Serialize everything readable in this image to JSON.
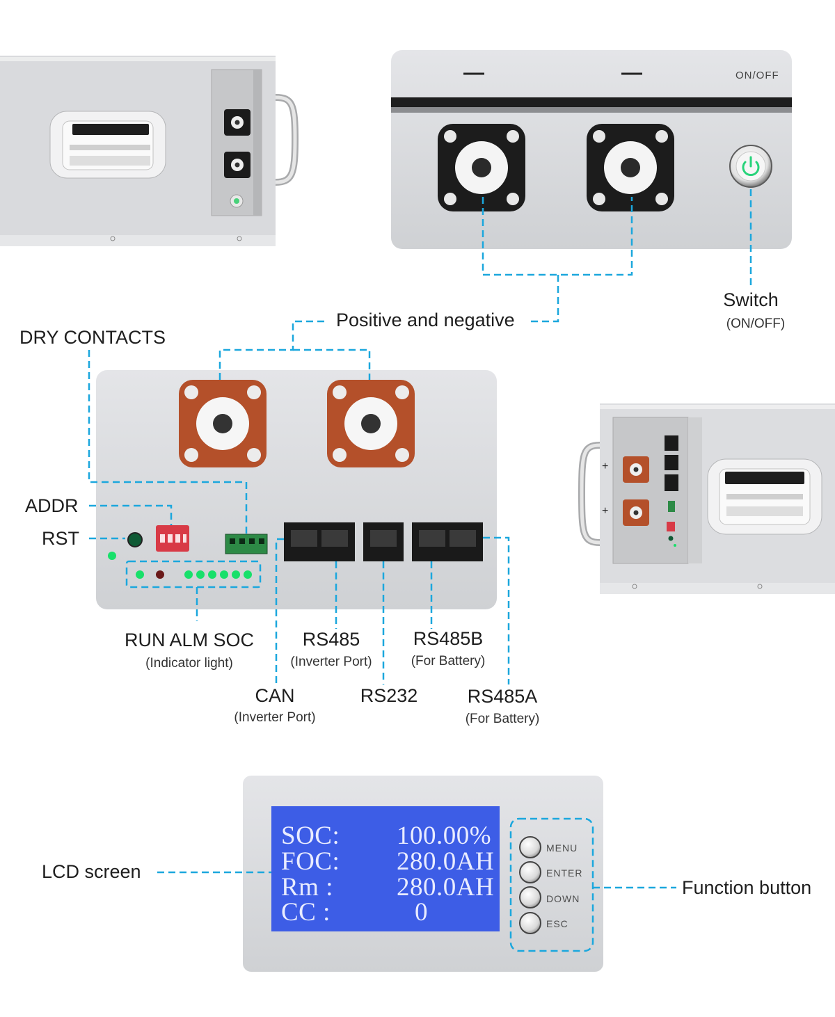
{
  "top_panel": {
    "minus_mark_1": "—",
    "minus_mark_2": "—",
    "onoff_print": "ON/OFF"
  },
  "labels": {
    "positive_negative": "Positive and negative",
    "switch_title": "Switch",
    "switch_sub": "(ON/OFF)",
    "dry_contacts": "DRY CONTACTS",
    "addr": "ADDR",
    "rst": "RST",
    "run_alm_soc": "RUN ALM SOC",
    "run_alm_soc_sub": "(Indicator light)",
    "can": "CAN",
    "can_sub": "(Inverter Port)",
    "rs485": "RS485",
    "rs485_sub": "(Inverter Port)",
    "rs232": "RS232",
    "rs485b": "RS485B",
    "rs485b_sub": "(For Battery)",
    "rs485a": "RS485A",
    "rs485a_sub": "(For Battery)",
    "lcd_screen": "LCD screen",
    "function_button": "Function button"
  },
  "side_panel": {
    "plus_mark_1": "+",
    "plus_mark_2": "+"
  },
  "lcd": {
    "rows": [
      {
        "key": "SOC:",
        "value": "100.00%"
      },
      {
        "key": "FOC:",
        "value": "280.0AH"
      },
      {
        "key": "Rm :",
        "value": "280.0AH"
      },
      {
        "key": "CC :",
        "value": "0"
      }
    ]
  },
  "buttons": [
    "MENU",
    "ENTER",
    "DOWN",
    "ESC"
  ],
  "colors": {
    "callout": "#1ba7dd",
    "panel": "#dcdde0",
    "lcd_blue": "#3d5de6",
    "terminal_copper": "#b4502a",
    "led_green": "#18e06a"
  }
}
